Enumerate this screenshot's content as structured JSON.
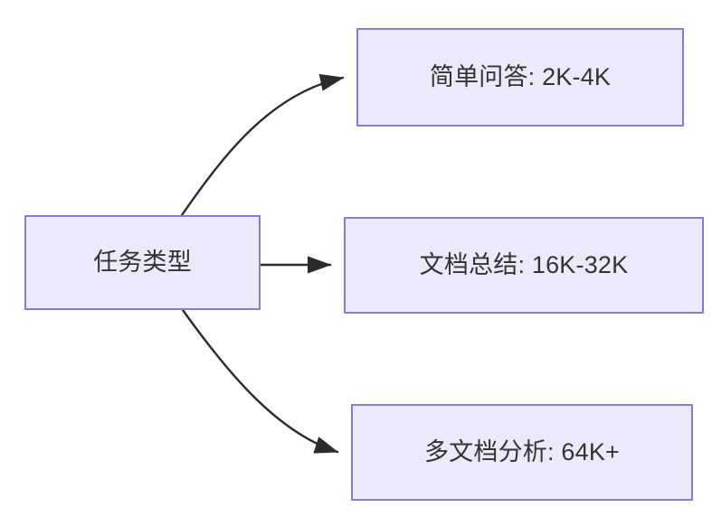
{
  "diagram": {
    "type": "flowchart",
    "direction": "left-to-right",
    "title": "",
    "background_color": "#ffffff",
    "node_fill_color": "#ebe9fa",
    "node_border_color": "#8a7ad4",
    "node_text_color": "#333333",
    "edge_color": "#2b2b2b",
    "source": {
      "id": "node-source",
      "label": "任务类型"
    },
    "targets": [
      {
        "id": "node-target-0",
        "label": "简单问答: 2K-4K"
      },
      {
        "id": "node-target-1",
        "label": "文档总结: 16K-32K"
      },
      {
        "id": "node-target-2",
        "label": "多文档分析: 64K+"
      }
    ],
    "edges": [
      {
        "from": "任务类型",
        "to": "简单问答: 2K-4K",
        "label": "",
        "style": "curved",
        "arrowhead": "solid-triangle"
      },
      {
        "from": "任务类型",
        "to": "文档总结: 16K-32K",
        "label": "",
        "style": "straight",
        "arrowhead": "solid-triangle"
      },
      {
        "from": "任务类型",
        "to": "多文档分析: 64K+",
        "label": "",
        "style": "curved",
        "arrowhead": "solid-triangle"
      }
    ]
  }
}
